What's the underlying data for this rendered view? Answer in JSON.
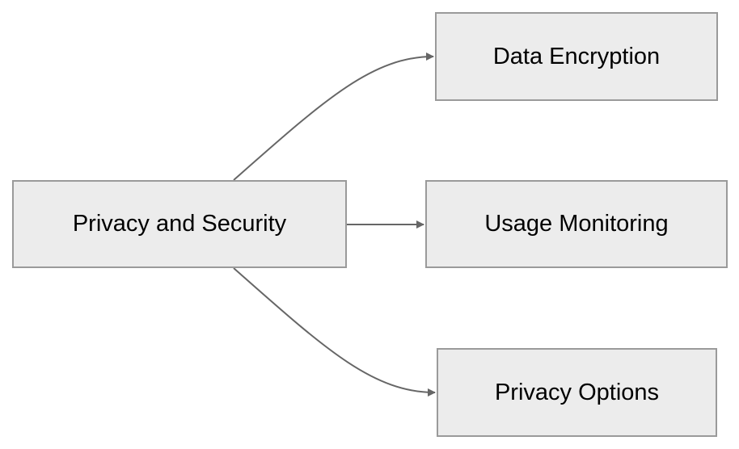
{
  "diagram": {
    "root": {
      "label": "Privacy and Security"
    },
    "children": [
      {
        "label": "Data Encryption"
      },
      {
        "label": "Usage Monitoring"
      },
      {
        "label": "Privacy Options"
      }
    ],
    "colors": {
      "node_fill": "#ececec",
      "node_border": "#9a9a9a",
      "edge": "#666666",
      "text": "#000000",
      "background": "#ffffff"
    }
  }
}
